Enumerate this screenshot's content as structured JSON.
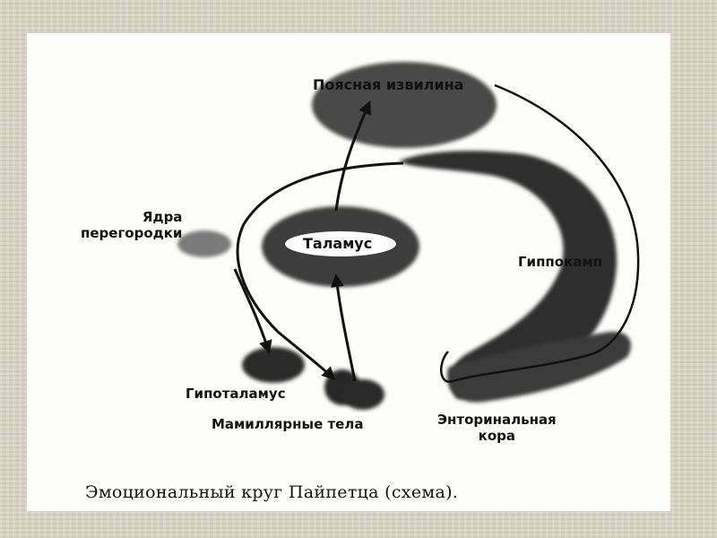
{
  "nodes": {
    "cingulate": "Поясная извилина",
    "thalamus": "Таламус",
    "septal": "Ядра\nперегородки",
    "hippocampus": "Гиппокамп",
    "hypothalamus": "Гипоталамус",
    "mammillary": "Мамиллярные тела",
    "entorhinal": "Энторинальная\nкора"
  },
  "caption": "Эмоциональный круг Пайпетца (схема)."
}
